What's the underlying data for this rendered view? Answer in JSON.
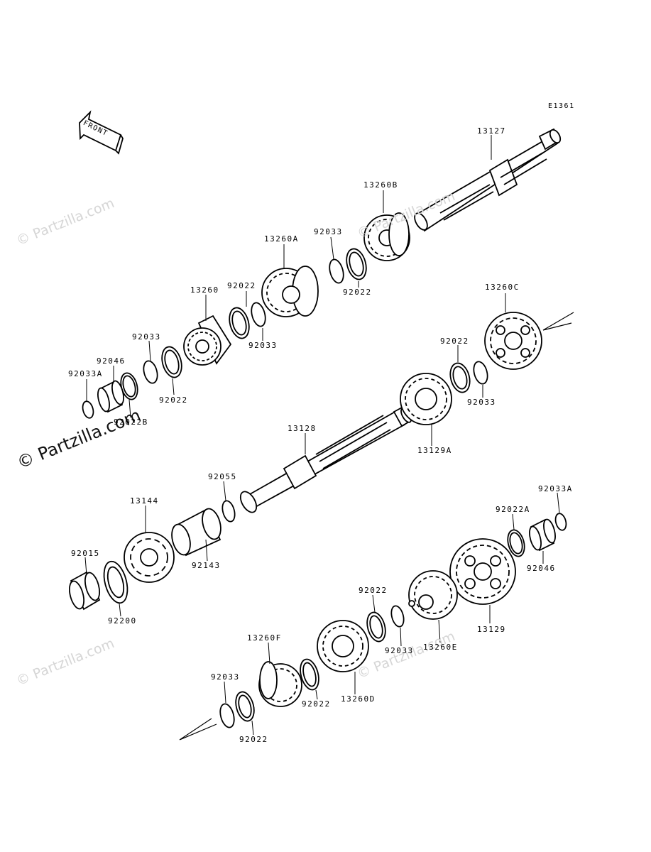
{
  "diagram": {
    "ref_code": "E1361",
    "front_label": "FRONT",
    "watermark": "© Partzilla.com",
    "labels": {
      "l13127": "13127",
      "l13260B": "13260B",
      "l92033_a": "92033",
      "l92022_a": "92022",
      "l13260A": "13260A",
      "l92022_b": "92022",
      "l92033_b": "92033",
      "l13260": "13260",
      "l92033_c": "92033",
      "l92046_a": "92046",
      "l92033A_a": "92033A",
      "l92022_c": "92022",
      "l92022B": "92022B",
      "l13260C": "13260C",
      "l92022_d": "92022",
      "l92033_d": "92033",
      "l13129A": "13129A",
      "l13128": "13128",
      "l92055": "92055",
      "l13144": "13144",
      "l92143": "92143",
      "l92015": "92015",
      "l92200": "92200",
      "l92033A_b": "92033A",
      "l92022A": "92022A",
      "l92046_b": "92046",
      "l13129": "13129",
      "l92022_e": "92022",
      "l92033_e": "92033",
      "l13260E": "13260E",
      "l13260F": "13260F",
      "l13260D": "13260D",
      "l92022_f": "92022",
      "l92033_f": "92033",
      "l92022_g": "92022"
    }
  }
}
